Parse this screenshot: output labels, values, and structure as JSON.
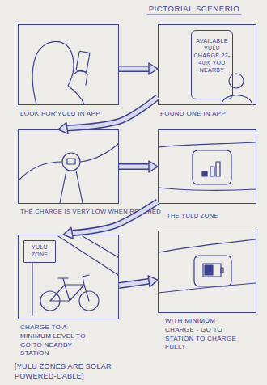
{
  "diagram": {
    "title": "PICTORIAL SCENERIO",
    "nodes": [
      {
        "text": [
          "LOOK FOR YULU IN APP"
        ]
      },
      {
        "text": [
          "FOUND ONE IN APP"
        ]
      },
      {
        "text": [
          "AVAILABLE YULU CHARGE 22-40% YOU NEARBY"
        ],
        "in": 1
      },
      {
        "text": [
          "THE CHARGE IS VERY LOW WHEN REACHED"
        ]
      },
      {
        "text": [
          "THE YULU ZONE"
        ]
      },
      {
        "text": [
          "CHARGE TO A MINIMUM LEVEL TO GO TO NEARBY STATION"
        ]
      },
      {
        "text": [
          "YULU ZONE"
        ],
        "in": 5
      },
      {
        "text": [
          "WITH MINIMUM CHARGE - GO TO STATION TO CHARGE FULLY"
        ]
      }
    ],
    "edges": [
      {
        "from": 0,
        "to": 1,
        "arrow": "to"
      },
      {
        "from": 1,
        "to": 3,
        "arrow": "to"
      },
      {
        "from": 3,
        "to": 4,
        "arrow": "to"
      },
      {
        "from": 4,
        "to": 5,
        "arrow": "to"
      },
      {
        "from": 5,
        "to": 7,
        "arrow": "to"
      }
    ],
    "labels": [
      "[YULU ZONES ARE SOLAR POWERED-CABLE]"
    ]
  }
}
